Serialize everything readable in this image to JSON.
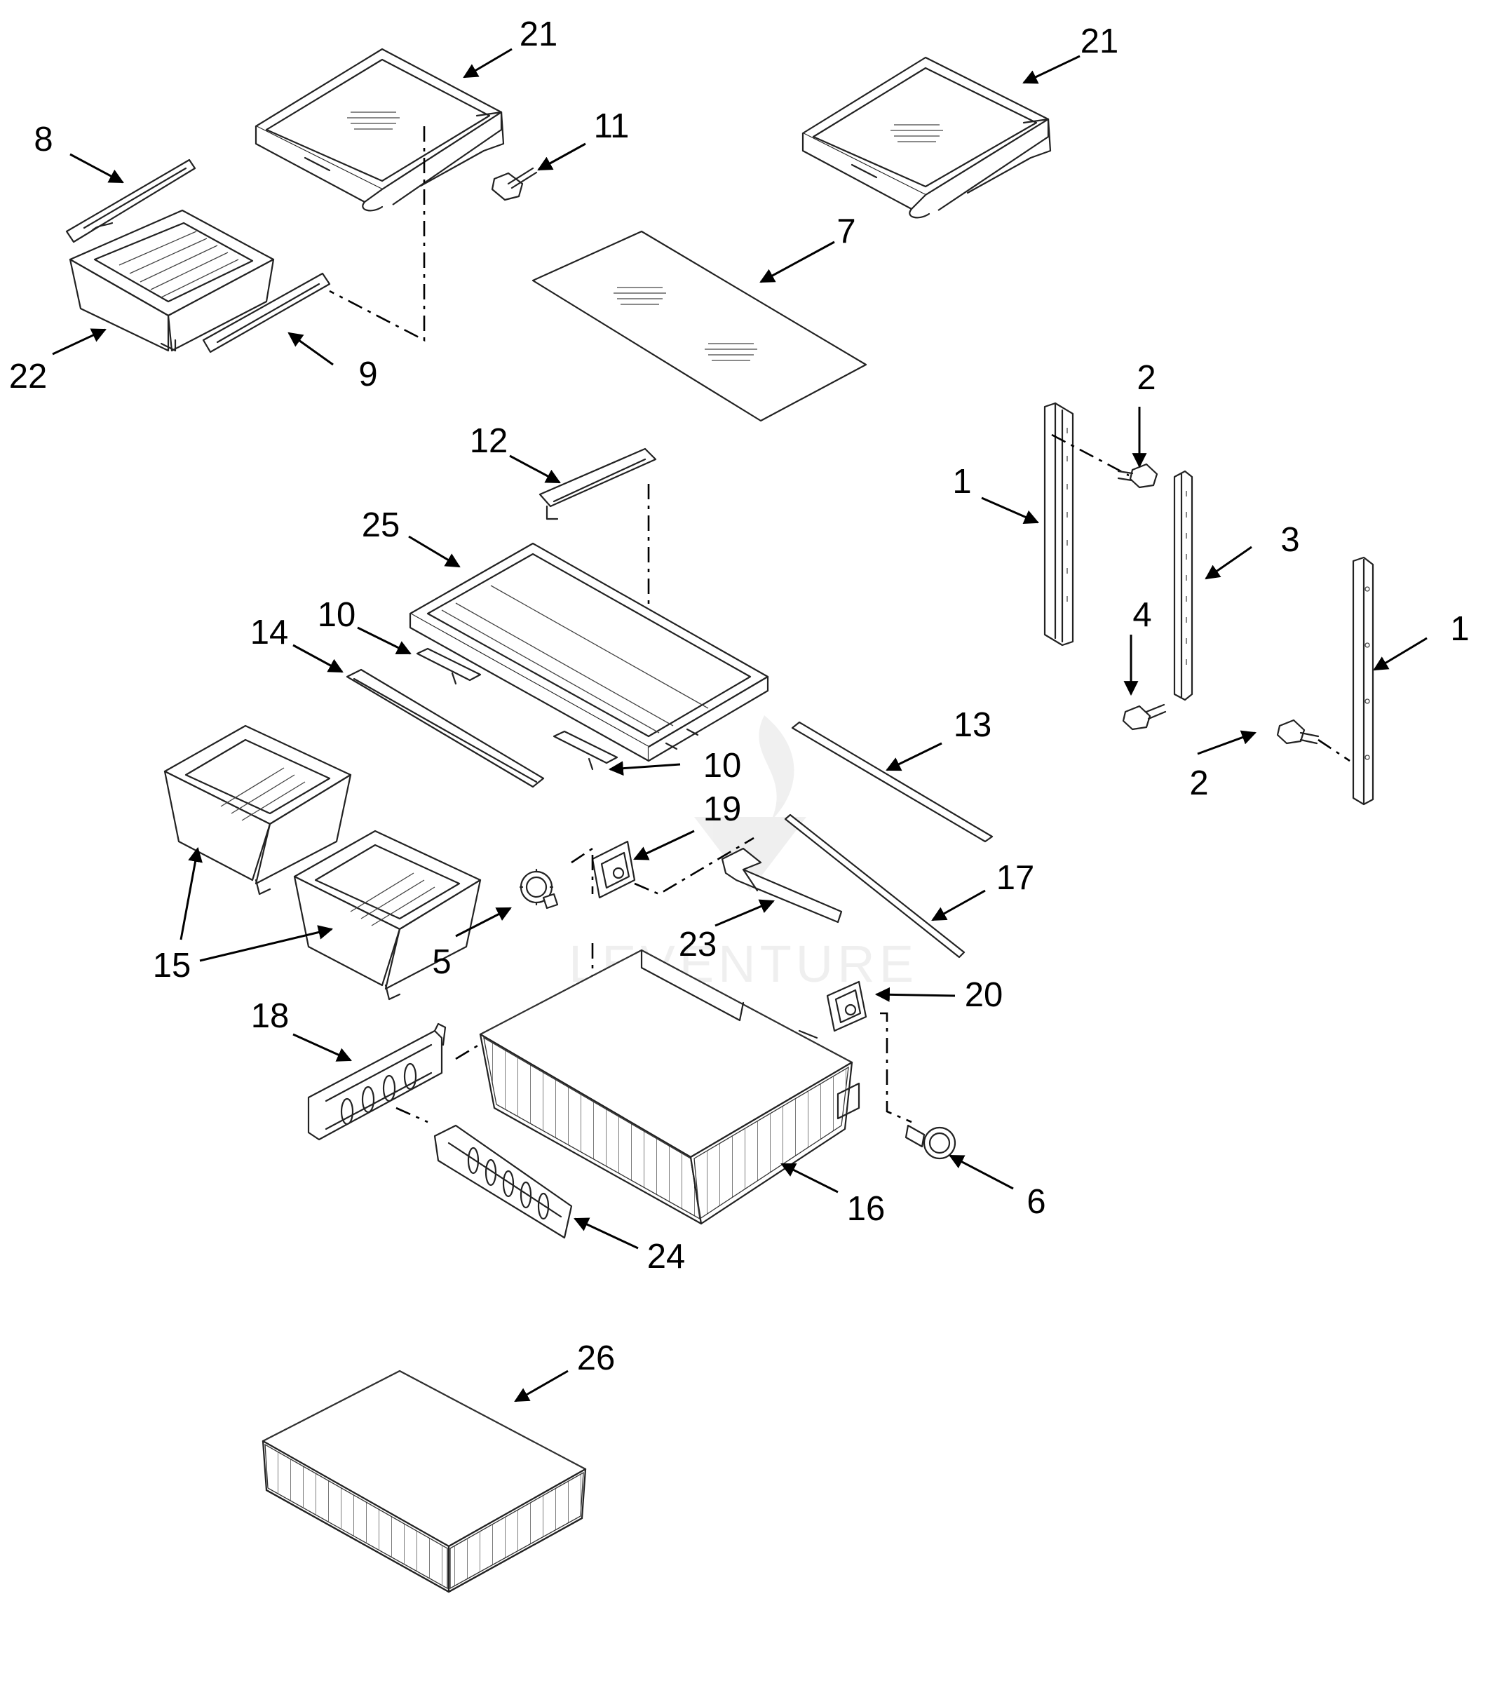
{
  "watermark": "LEVENTURE",
  "callouts": [
    {
      "id": "c21a",
      "label": "21"
    },
    {
      "id": "c21b",
      "label": "21"
    },
    {
      "id": "c11",
      "label": "11"
    },
    {
      "id": "c8",
      "label": "8"
    },
    {
      "id": "c7",
      "label": "7"
    },
    {
      "id": "c22",
      "label": "22"
    },
    {
      "id": "c9",
      "label": "9"
    },
    {
      "id": "c2a",
      "label": "2"
    },
    {
      "id": "c12",
      "label": "12"
    },
    {
      "id": "c1a",
      "label": "1"
    },
    {
      "id": "c3",
      "label": "3"
    },
    {
      "id": "c25",
      "label": "25"
    },
    {
      "id": "c4",
      "label": "4"
    },
    {
      "id": "c1b",
      "label": "1"
    },
    {
      "id": "c10a",
      "label": "10"
    },
    {
      "id": "c14",
      "label": "14"
    },
    {
      "id": "c13",
      "label": "13"
    },
    {
      "id": "c10b",
      "label": "10"
    },
    {
      "id": "c2b",
      "label": "2"
    },
    {
      "id": "c19",
      "label": "19"
    },
    {
      "id": "c17",
      "label": "17"
    },
    {
      "id": "c23",
      "label": "23"
    },
    {
      "id": "c5",
      "label": "5"
    },
    {
      "id": "c15",
      "label": "15"
    },
    {
      "id": "c20",
      "label": "20"
    },
    {
      "id": "c18",
      "label": "18"
    },
    {
      "id": "c16",
      "label": "16"
    },
    {
      "id": "c6",
      "label": "6"
    },
    {
      "id": "c24",
      "label": "24"
    },
    {
      "id": "c26",
      "label": "26"
    }
  ]
}
